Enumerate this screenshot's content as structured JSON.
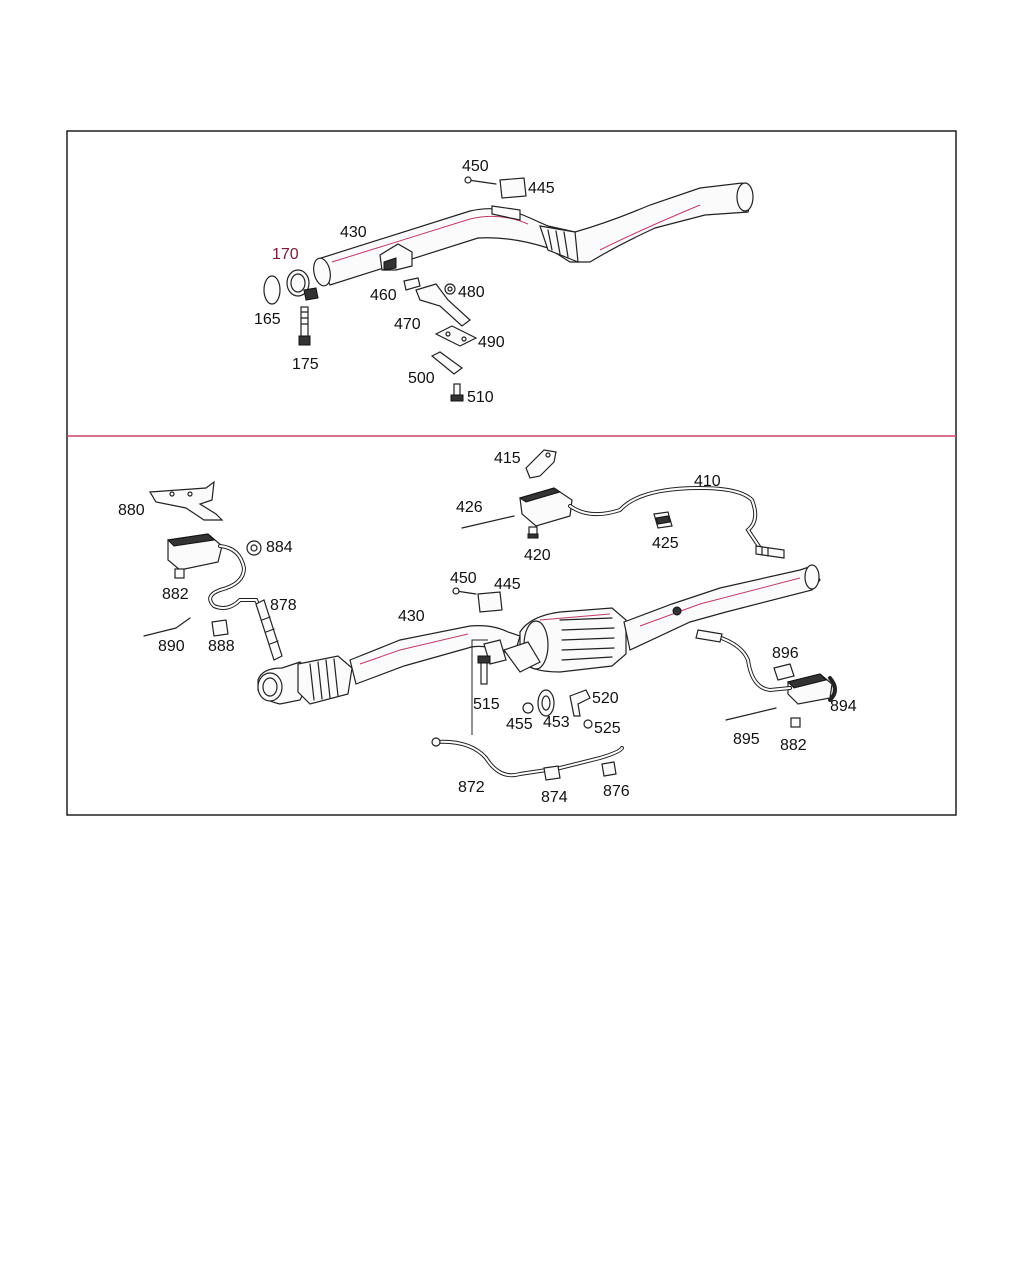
{
  "top_panel": {
    "labels": {
      "p450": "450",
      "p445": "445",
      "p430": "430",
      "p170": "170",
      "p165": "165",
      "p175": "175",
      "p460": "460",
      "p480": "480",
      "p470": "470",
      "p490": "490",
      "p500": "500",
      "p510": "510"
    }
  },
  "bottom_panel": {
    "labels": {
      "p415": "415",
      "p410": "410",
      "p426": "426",
      "p420": "420",
      "p425": "425",
      "p880": "880",
      "p884": "884",
      "p882a": "882",
      "p878": "878",
      "p890": "890",
      "p888": "888",
      "p450": "450",
      "p445": "445",
      "p430": "430",
      "p515": "515",
      "p455": "455",
      "p453": "453",
      "p520": "520",
      "p525": "525",
      "p896": "896",
      "p894": "894",
      "p895": "895",
      "p882b": "882",
      "p872": "872",
      "p874": "874",
      "p876": "876"
    }
  },
  "colors": {
    "accent": "#d0406a",
    "line": "#222222"
  }
}
